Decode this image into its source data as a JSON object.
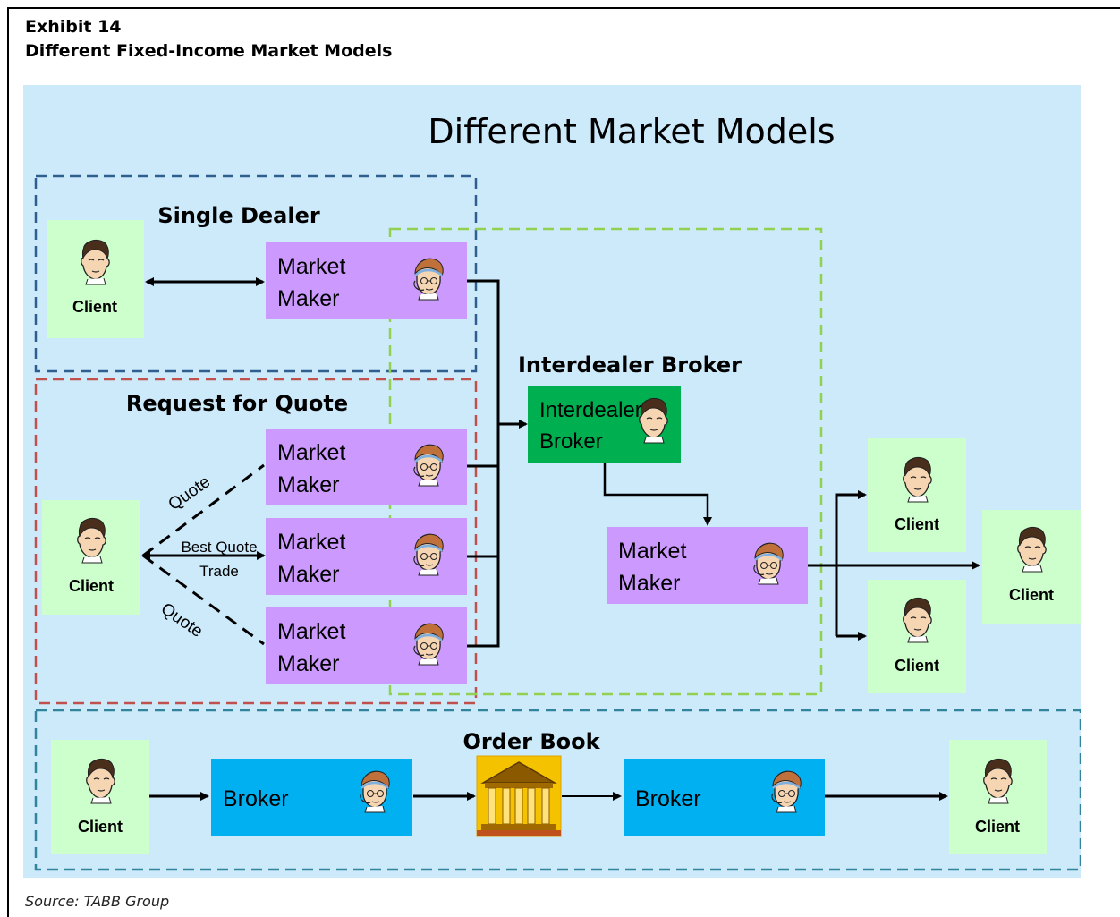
{
  "exhibit": {
    "number": "Exhibit 14",
    "title": "Different Fixed-Income Market Models",
    "source": "Source: TABB Group"
  },
  "diagram": {
    "title": "Different Market Models",
    "sections": {
      "single_dealer": "Single Dealer",
      "rfq": "Request for Quote",
      "interdealer": "Interdealer Broker",
      "order_book": "Order Book"
    },
    "labels": {
      "client": "Client",
      "market_maker_line1": "Market",
      "market_maker_line2": "Maker",
      "idb_line1": "Interdealer",
      "idb_line2": "Broker",
      "broker": "Broker",
      "quote": "Quote",
      "best_quote": "Best Quote",
      "trade": "Trade"
    },
    "colors": {
      "background": "#cdeafb",
      "client_box": "#ccffcc",
      "market_maker_box": "#cc99ff",
      "interdealer_box": "#00b050",
      "broker_box": "#00b0f0",
      "single_dealer_border": "#2f5f8f",
      "rfq_border": "#c0504d",
      "interdealer_border": "#92d050",
      "order_book_border": "#31849b"
    },
    "icons": [
      "client-face-icon",
      "dealer-face-icon",
      "exchange-building-icon"
    ]
  }
}
